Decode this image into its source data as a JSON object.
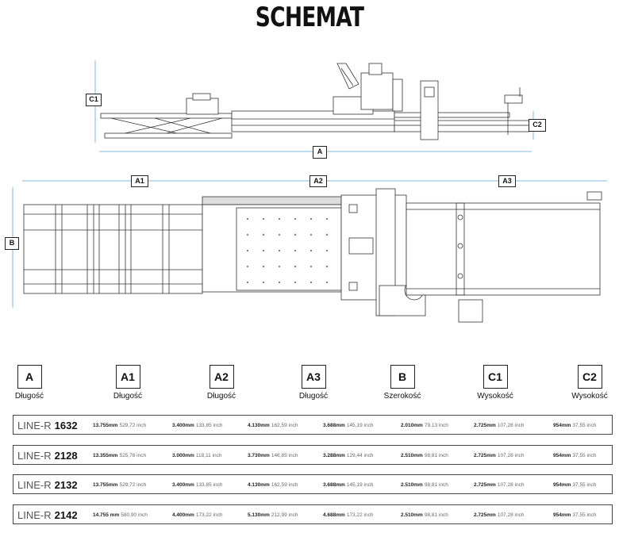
{
  "title": "SCHEMAT",
  "drawing_labels": [
    "C1",
    "C2",
    "A",
    "A1",
    "A2",
    "A3",
    "B"
  ],
  "dimensions": [
    {
      "key": "A",
      "label": "Długość"
    },
    {
      "key": "A1",
      "label": "Długość"
    },
    {
      "key": "A2",
      "label": "Długość"
    },
    {
      "key": "A3",
      "label": "Długość"
    },
    {
      "key": "B",
      "label": "Szerokość"
    },
    {
      "key": "C1",
      "label": "Wysokość"
    },
    {
      "key": "C2",
      "label": "Wysokość"
    }
  ],
  "models": [
    {
      "prefix": "LINE-R",
      "number": "1632",
      "values": [
        {
          "mm": "13.755mm",
          "inch": "529,72 inch"
        },
        {
          "mm": "3.400mm",
          "inch": "133,85 inch"
        },
        {
          "mm": "4.130mm",
          "inch": "162,59  inch"
        },
        {
          "mm": "3.688mm",
          "inch": "145,19 inch"
        },
        {
          "mm": "2.010mm",
          "inch": "79,13 inch"
        },
        {
          "mm": "2.725mm",
          "inch": "107,28 inch"
        },
        {
          "mm": "954mm",
          "inch": "37,55 inch"
        }
      ]
    },
    {
      "prefix": "LINE-R",
      "number": "2128",
      "values": [
        {
          "mm": "13.355mm",
          "inch": "525,78 inch"
        },
        {
          "mm": "3.000mm",
          "inch": "118,11 inch"
        },
        {
          "mm": "3.730mm",
          "inch": "146,85  inch"
        },
        {
          "mm": "3.288mm",
          "inch": "129,44 inch"
        },
        {
          "mm": "2.510mm",
          "inch": "98,81 inch"
        },
        {
          "mm": "2.725mm",
          "inch": "107,28 inch"
        },
        {
          "mm": "954mm",
          "inch": "37,55 inch"
        }
      ]
    },
    {
      "prefix": "LINE-R",
      "number": "2132",
      "values": [
        {
          "mm": "13.755mm",
          "inch": "529,72 inch"
        },
        {
          "mm": "3.400mm",
          "inch": "133,85 inch"
        },
        {
          "mm": "4.130mm",
          "inch": "162,59  inch"
        },
        {
          "mm": "3.688mm",
          "inch": "145,19 inch"
        },
        {
          "mm": "2.510mm",
          "inch": "98,81 inch"
        },
        {
          "mm": "2.725mm",
          "inch": "107,28 inch"
        },
        {
          "mm": "954mm",
          "inch": "37,55 inch"
        }
      ]
    },
    {
      "prefix": "LINE-R",
      "number": "2142",
      "values": [
        {
          "mm": "14.755 mm",
          "inch": "580,90 inch"
        },
        {
          "mm": "4.400mm",
          "inch": "173,22 inch"
        },
        {
          "mm": "5.130mm",
          "inch": "212,99  inch"
        },
        {
          "mm": "4.688mm",
          "inch": "173,22 inch"
        },
        {
          "mm": "2.510mm",
          "inch": "98,81 inch"
        },
        {
          "mm": "2.725mm",
          "inch": "107,28 inch"
        },
        {
          "mm": "954mm",
          "inch": "37,55 inch"
        }
      ]
    }
  ]
}
